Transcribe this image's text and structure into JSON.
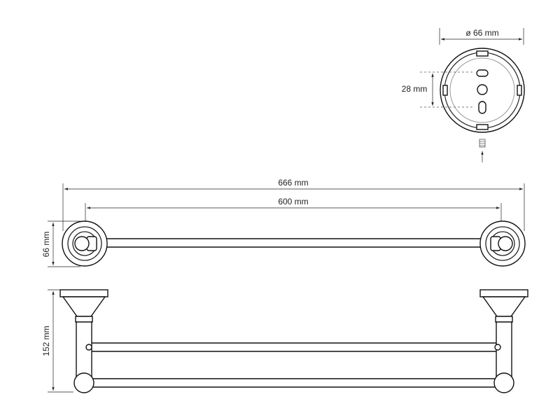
{
  "dimensions": {
    "overall_width": "666 mm",
    "bar_length": "600 mm",
    "rosette_height": "66 mm",
    "projection": "152 mm",
    "rosette_diameter": "ø 66 mm",
    "hole_spacing": "28 mm"
  },
  "colors": {
    "line": "#222222",
    "background": "#ffffff",
    "hidden_circle": "#999999"
  },
  "icons": {
    "set_screw": "set-screw-icon",
    "arrow": "arrow-up-icon"
  }
}
